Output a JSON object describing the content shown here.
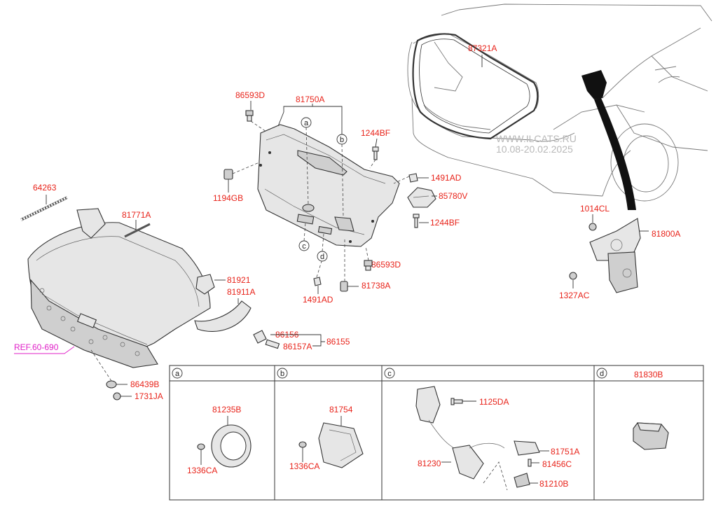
{
  "watermark": {
    "line1": "WWW.ILCATS.RU",
    "line2": "10.08-20.02.2025"
  },
  "parts": {
    "p87321A": "87321A",
    "p81750A": "81750A",
    "p86593D_top": "86593D",
    "p1244BF_top": "1244BF",
    "p1194GB": "1194GB",
    "p1491AD_top": "1491AD",
    "p85780V": "85780V",
    "p1244BF_mid": "1244BF",
    "p86593D_mid": "86593D",
    "p81738A": "81738A",
    "p1491AD_low": "1491AD",
    "p64263": "64263",
    "p81771A": "81771A",
    "p81921": "81921",
    "p81911A": "81911A",
    "p86156": "86156",
    "p86157A": "86157A",
    "p86155": "86155",
    "p86439B": "86439B",
    "p1731JA": "1731JA",
    "p1014CL": "1014CL",
    "p81800A": "81800A",
    "p1327AC": "1327AC"
  },
  "reference": "REF.60-690",
  "callouts": {
    "a": "a",
    "b": "b",
    "c": "c",
    "d": "d"
  },
  "detail_boxes": {
    "a": {
      "key": "a",
      "parts": {
        "p81235B": "81235B",
        "p1336CA": "1336CA"
      }
    },
    "b": {
      "key": "b",
      "parts": {
        "p81754": "81754",
        "p1336CA": "1336CA"
      }
    },
    "c": {
      "key": "c",
      "parts": {
        "p1125DA": "1125DA",
        "p81230": "81230",
        "p81751A": "81751A",
        "p81456C": "81456C",
        "p81210B": "81210B"
      }
    },
    "d": {
      "key": "d",
      "title": "81830B"
    }
  }
}
